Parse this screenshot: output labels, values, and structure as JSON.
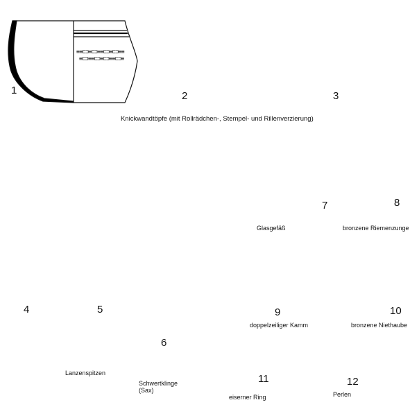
{
  "heading": "Knickwandtöpfe (mit Rollrädchen-, Stempel- und Rillenverzierung)",
  "objects": [
    {
      "num": "1"
    },
    {
      "num": "2"
    },
    {
      "num": "3"
    },
    {
      "num": "4"
    },
    {
      "num": "5"
    },
    {
      "num": "6"
    },
    {
      "num": "7"
    },
    {
      "num": "8"
    },
    {
      "num": "9"
    },
    {
      "num": "10"
    },
    {
      "num": "11"
    },
    {
      "num": "12"
    }
  ],
  "captions": {
    "spears": "Lanzenspitzen",
    "sword_line1": "Schwertklinge",
    "sword_line2": "(Sax)",
    "glass": "Glasgefäß",
    "strap": "bronzene Riemenzunge",
    "comb": "doppelzeiliger Kamm",
    "rivet": "bronzene Niethaube",
    "ring": "eiserner Ring",
    "beads": "Perlen"
  },
  "colors": {
    "ink": "#111111",
    "fill_dark": "#000000",
    "paper": "#ffffff"
  }
}
